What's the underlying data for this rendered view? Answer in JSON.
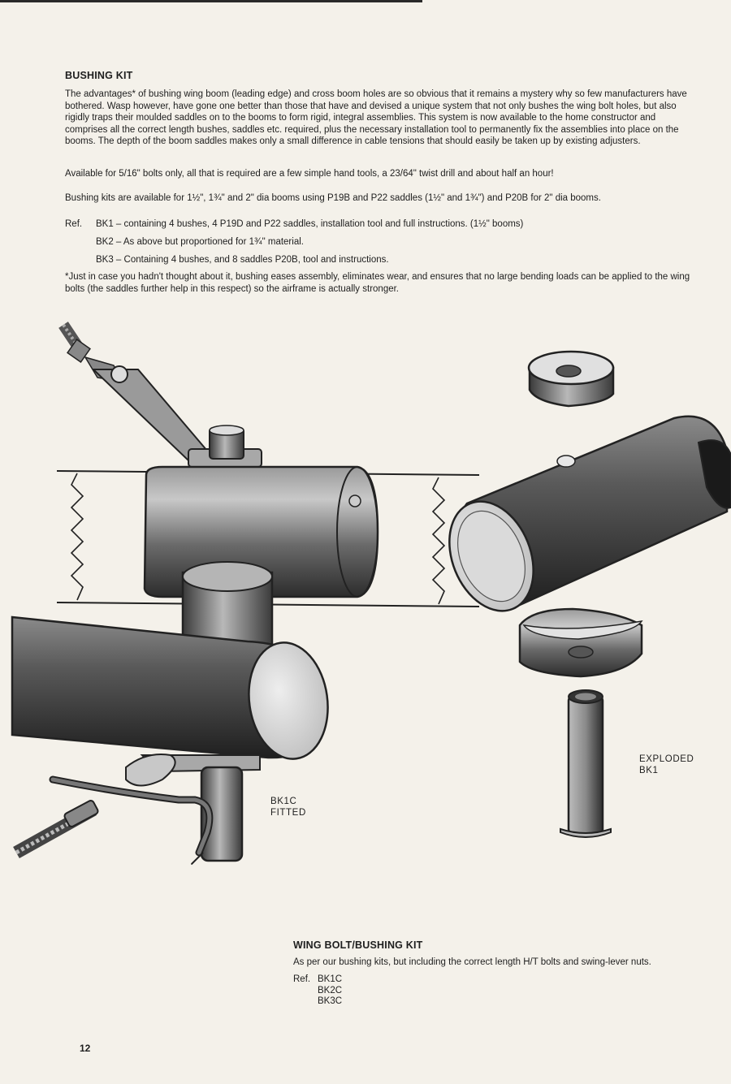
{
  "bushing_kit": {
    "heading": "BUSHING KIT",
    "paragraph1": "The advantages* of bushing wing boom (leading edge) and cross boom holes are so obvious that it remains a mystery why so few manufacturers have bothered. Wasp however, have gone one better than those that have and devised a unique system that not only bushes the wing bolt holes, but also rigidly traps their moulded saddles on to the booms to form rigid, integral assemblies. This system is now available to the home constructor and comprises all the correct length bushes, saddles etc. required, plus the necessary installation tool to permanently fix the assemblies into place on the booms. The depth of the boom saddles makes only a small difference in cable tensions that should easily be taken up by existing adjusters.",
    "paragraph2": "Available for 5/16\" bolts only, all that is required are a few simple hand tools, a 23/64\" twist drill and about half an hour!",
    "paragraph3": "Bushing kits are available for 1½\", 1¾\" and 2\" dia booms using P19B and P22 saddles (1½\" and 1¾\") and P20B for 2\" dia booms.",
    "ref_label": "Ref.",
    "refs": [
      "BK1 – containing 4 bushes, 4 P19D and P22 saddles, installation tool and full instructions. (1½\" booms)",
      "BK2 – As above but proportioned for 1¾\" material.",
      "BK3 – Containing 4 bushes, and 8 saddles P20B, tool and instructions."
    ],
    "footnote": "*Just in case you hadn't thought about it, bushing eases assembly, eliminates wear, and ensures that no large bending loads can be applied to the wing bolts (the saddles further help in this respect) so the airframe is actually stronger."
  },
  "illustration": {
    "caption_fitted": [
      "BK1C",
      "FITTED"
    ],
    "caption_exploded": [
      "EXPLODED",
      "BK1"
    ]
  },
  "wing_bolt_kit": {
    "heading": "WING BOLT/BUSHING KIT",
    "text": "As per our bushing kits, but including the correct length H/T bolts and swing-lever nuts.",
    "ref_label": "Ref.",
    "refs": [
      "BK1C",
      "BK2C",
      "BK3C"
    ]
  },
  "page_number": "12"
}
